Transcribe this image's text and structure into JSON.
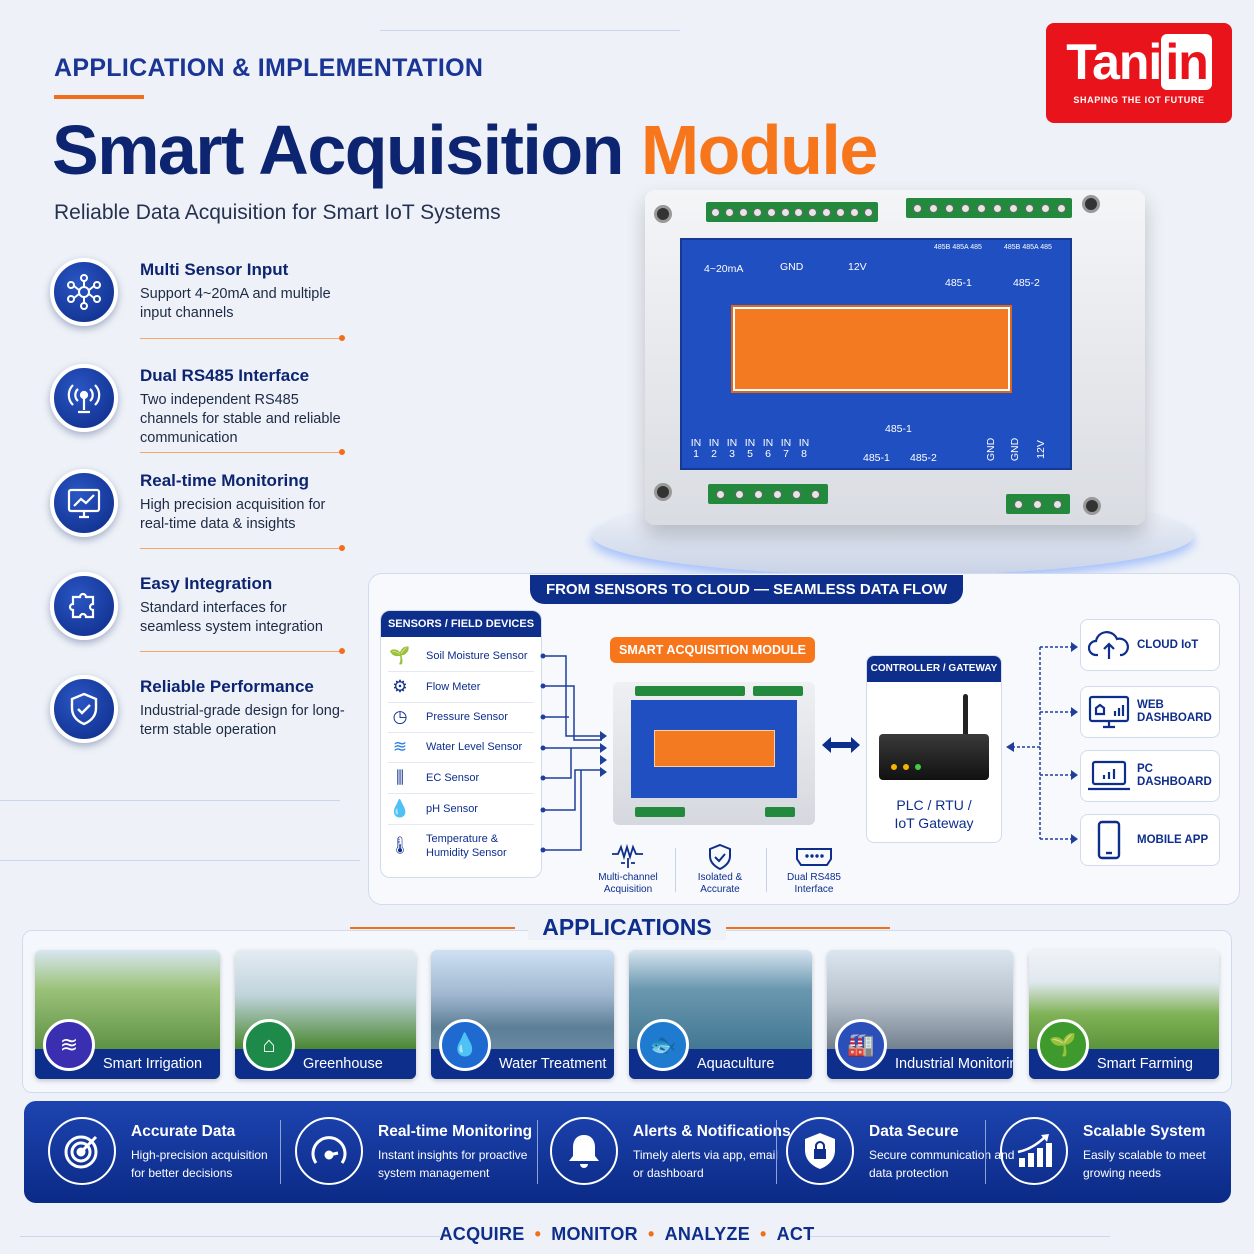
{
  "header": {
    "kicker": "APPLICATION & IMPLEMENTATION",
    "title_main": "Smart Acquisition",
    "title_accent": "Module",
    "subtitle": "Reliable Data Acquisition for Smart IoT Systems"
  },
  "logo": {
    "name_a": "Tani",
    "name_b": "in",
    "tagline": "SHAPING THE IOT FUTURE"
  },
  "features": [
    {
      "title": "Multi Sensor Input",
      "desc": "Support 4~20mA and multiple input channels",
      "icon": "network-hub-icon"
    },
    {
      "title": "Dual RS485 Interface",
      "desc": "Two independent RS485 channels for stable and reliable communication",
      "icon": "wireless-antenna-icon"
    },
    {
      "title": "Real-time Monitoring",
      "desc": "High precision acquisition for real-time data & insights",
      "icon": "monitor-chart-icon"
    },
    {
      "title": "Easy Integration",
      "desc": "Standard interfaces for seamless system integration",
      "icon": "puzzle-icon"
    },
    {
      "title": "Reliable Performance",
      "desc": "Industrial-grade design for long-term stable operation",
      "icon": "shield-check-icon"
    }
  ],
  "device": {
    "top_labels": [
      "4~20mA",
      "GND",
      "12V",
      "485-1",
      "485-2"
    ],
    "small_top": [
      "485B",
      "485A",
      "485",
      "485B",
      "485A",
      "485"
    ],
    "inputs": [
      "IN 1",
      "IN 2",
      "IN 3",
      "IN 5",
      "IN 6",
      "IN 7",
      "IN 8"
    ],
    "bottom_bus": "485-1",
    "bottom_sub": [
      "485-1",
      "485-2"
    ],
    "power": [
      "GND",
      "GND",
      "12V"
    ]
  },
  "flow": {
    "banner": "FROM SENSORS TO CLOUD — SEAMLESS DATA FLOW",
    "sensors_header": "SENSORS / FIELD DEVICES",
    "sensors": [
      "Soil Moisture Sensor",
      "Flow Meter",
      "Pressure Sensor",
      "Water Level Sensor",
      "EC Sensor",
      "pH Sensor",
      "Temperature & Humidity Sensor"
    ],
    "module_label": "SMART ACQUISITION MODULE",
    "module_features": [
      "Multi-channel Acquisition",
      "Isolated & Accurate",
      "Dual RS485 Interface"
    ],
    "controller_header": "CONTROLLER / GATEWAY",
    "controller_name": "PLC / RTU / IoT Gateway",
    "outputs": [
      "CLOUD IoT",
      "WEB DASHBOARD",
      "PC DASHBOARD",
      "MOBILE APP"
    ]
  },
  "applications": {
    "title": "APPLICATIONS",
    "items": [
      "Smart Irrigation",
      "Greenhouse",
      "Water Treatment",
      "Aquaculture",
      "Industrial Monitoring",
      "Smart Farming"
    ]
  },
  "benefits": [
    {
      "title": "Accurate Data",
      "desc": "High-precision acquisition for better decisions"
    },
    {
      "title": "Real-time Monitoring",
      "desc": "Instant insights for proactive system management"
    },
    {
      "title": "Alerts & Notifications",
      "desc": "Timely alerts via app, email or dashboard"
    },
    {
      "title": "Data Secure",
      "desc": "Secure communication and data protection"
    },
    {
      "title": "Scalable System",
      "desc": "Easily scalable to meet growing needs"
    }
  ],
  "footer": [
    "ACQUIRE",
    "MONITOR",
    "ANALYZE",
    "ACT"
  ],
  "colors": {
    "navy": "#0e2e8c",
    "orange": "#f7761c",
    "red": "#e8131b",
    "panel_blue": "#1f4fc0"
  }
}
